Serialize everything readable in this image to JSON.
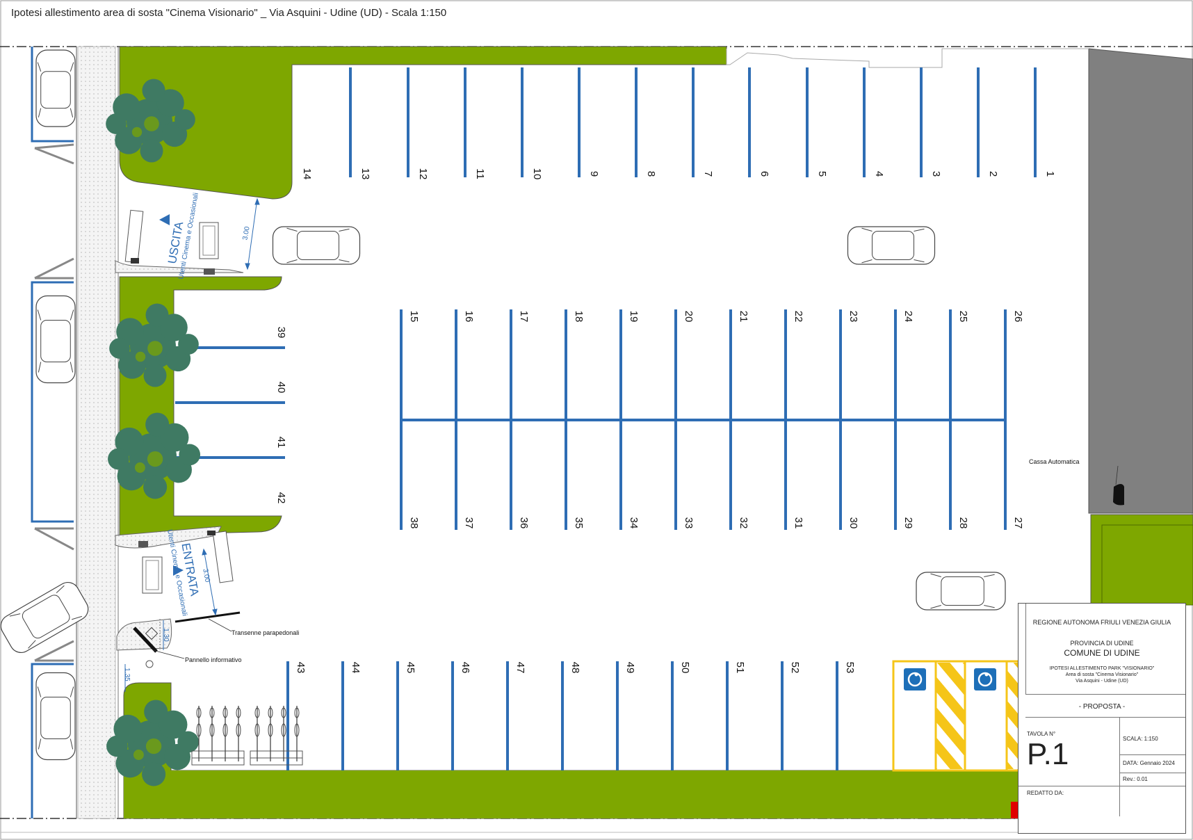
{
  "title": "Ipotesi allestimento area di sosta \"Cinema Visionario\" _ Via Asquini - Udine (UD) - Scala 1:150",
  "colors": {
    "grass": "#7ea700",
    "tree": "#3f7a63",
    "stall_line": "#2e6db4",
    "building": "#808080",
    "hatch_yellow": "#f5c518",
    "disabled_sign": "#1d6fb8",
    "red_marker": "#e00000"
  },
  "stalls": {
    "top_row": [
      "14",
      "13",
      "12",
      "11",
      "10",
      "9",
      "8",
      "7",
      "6",
      "5",
      "4",
      "3",
      "2",
      "1"
    ],
    "middle_upper": [
      "15",
      "16",
      "17",
      "18",
      "19",
      "20",
      "21",
      "22",
      "23",
      "24",
      "25",
      "26"
    ],
    "middle_lower": [
      "38",
      "37",
      "36",
      "35",
      "34",
      "33",
      "32",
      "31",
      "30",
      "29",
      "28",
      "27"
    ],
    "left_column": [
      "39",
      "40",
      "41",
      "42"
    ],
    "bottom_row": [
      "43",
      "44",
      "45",
      "46",
      "47",
      "48",
      "49",
      "50",
      "51",
      "52",
      "53"
    ]
  },
  "labels": {
    "exit": "USCITA",
    "exit_sub": "Utenti Cinema e Occasionali",
    "entry": "ENTRATA",
    "entry_sub": "Utenti Cinema e Occasionali",
    "dim_exit": "3.00",
    "dim_entry": "3.00",
    "dim_130": "1.30",
    "dim_135": "1.35",
    "transenne": "Transenne parapedonali",
    "pannello": "Pannello informativo",
    "cassa": "Cassa Automatica"
  },
  "title_block": {
    "region": "REGIONE AUTONOMA FRIULI VENEZIA GIULIA",
    "province": "PROVINCIA DI UDINE",
    "comune": "COMUNE DI UDINE",
    "project_line1": "IPOTESI ALLESTIMENTO PARK \"VISIONARIO\"",
    "project_line2": "Area di sosta \"Cinema Visionario\"",
    "project_line3": "Via Asquini - Udine (UD)",
    "status": "- PROPOSTA -",
    "tavola_label": "TAVOLA N°",
    "tavola": "P.1",
    "scala": "SCALA: 1:150",
    "data": "DATA: Gennaio 2024",
    "rev": "Rev.:  0.01",
    "redatto": "REDATTO DA:"
  }
}
